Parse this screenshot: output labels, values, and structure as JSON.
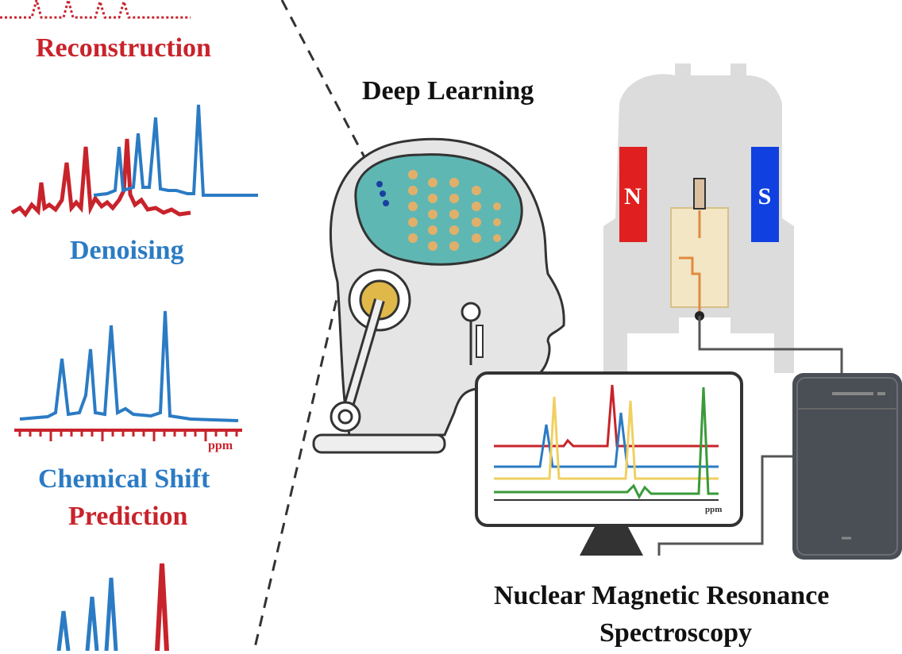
{
  "labels": {
    "reconstruction": "Reconstruction",
    "denoising": "Denoising",
    "chemical_shift_line1": "Chemical Shift",
    "chemical_shift_line2": "Prediction",
    "deep_learning": "Deep Learning",
    "nmr_line1": "Nuclear Magnetic Resonance",
    "nmr_line2": "Spectroscopy",
    "ppm_left": "ppm",
    "ppm_monitor": "ppm",
    "magnet_north": "N",
    "magnet_south": "S"
  },
  "colors": {
    "red": "#c8232b",
    "blue": "#2b7bc4",
    "teal_brain": "#5fb7b3",
    "gold": "#e0b84a",
    "magnet_red": "#e02020",
    "magnet_blue": "#1040e0",
    "yellow_trace": "#f0d060",
    "green_trace": "#3a9a3a",
    "dark_gray": "#4a4e55",
    "light_gray": "#d8d8d8"
  },
  "icons": {
    "robot_head": "robot-head-icon",
    "magnet": "nmr-magnet-icon",
    "monitor": "monitor-icon",
    "computer_tower": "computer-tower-icon"
  }
}
